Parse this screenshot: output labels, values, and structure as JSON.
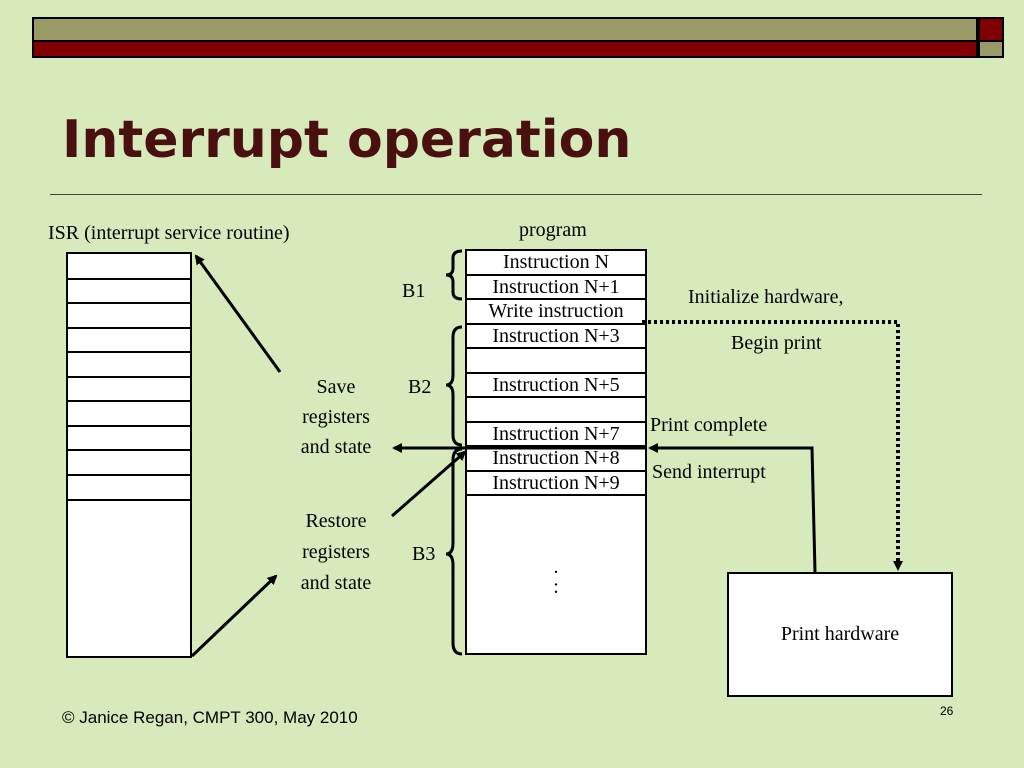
{
  "slide": {
    "title": "Interrupt operation",
    "footer": "© Janice Regan, CMPT 300, May 2010",
    "page_number": "26"
  },
  "isr": {
    "label": "ISR (interrupt service routine)"
  },
  "program": {
    "label": "program",
    "cells": [
      "Instruction N",
      "Instruction N+1",
      "Write instruction",
      "Instruction N+3",
      "",
      "Instruction N+5",
      "",
      "Instruction N+7",
      "Instruction N+8",
      "Instruction N+9"
    ],
    "continuation": ".\n:"
  },
  "groups": {
    "b1": "B1",
    "b2": "B2",
    "b3": "B3"
  },
  "annotations": {
    "save_line1": "Save",
    "save_line2": "registers",
    "save_line3": "and state",
    "restore_line1": "Restore",
    "restore_line2": "registers",
    "restore_line3": "and state",
    "init_hw": "Initialize hardware,",
    "begin_print": "Begin print",
    "print_complete": "Print complete",
    "send_interrupt": "Send interrupt"
  },
  "hardware": {
    "label": "Print hardware"
  },
  "colors": {
    "background": "#d6eabc",
    "title": "#4a1010",
    "bar_olive": "#9a9a66",
    "bar_red": "#800000"
  }
}
